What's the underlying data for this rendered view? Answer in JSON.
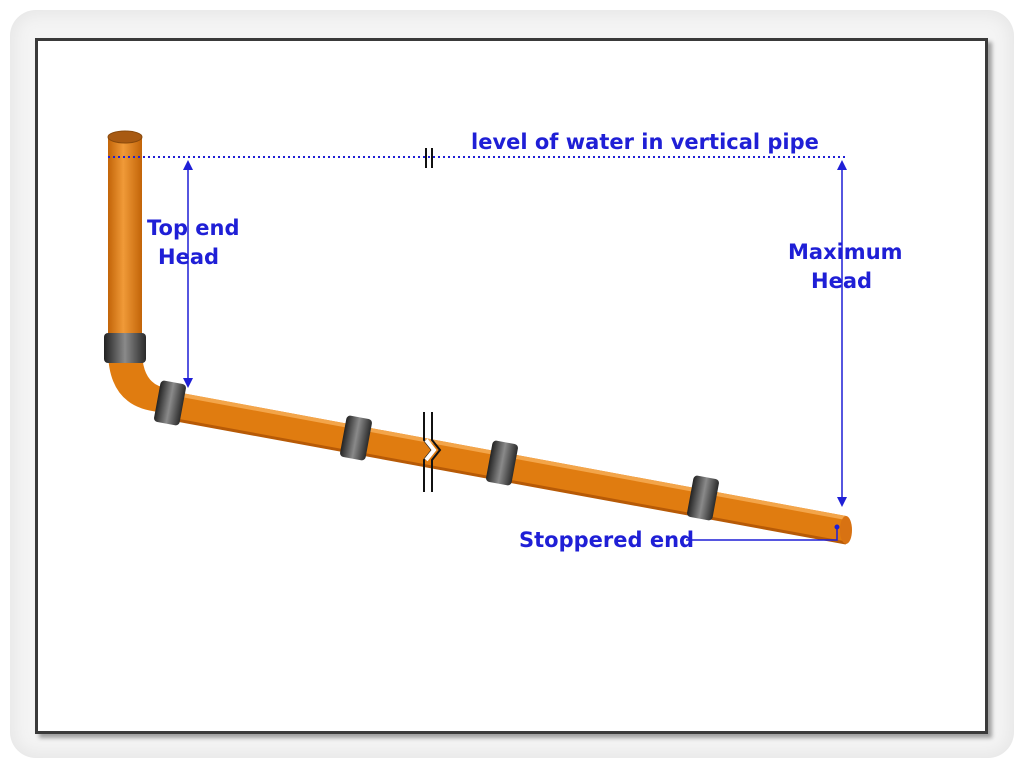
{
  "labels": {
    "water_level": "level of water in vertical pipe",
    "top_end_head_line1": "Top end",
    "top_end_head_line2": "Head",
    "max_head_line1": "Maximum",
    "max_head_line2": "Head",
    "stoppered_end": "Stoppered end"
  },
  "colors": {
    "pipe": "#e07c10",
    "pipe_dark": "#c26408",
    "pipe_light": "#f09a38",
    "coupling": "#4a4a4a",
    "annotation": "#1f1fd6",
    "frame": "#3a3a3a"
  }
}
